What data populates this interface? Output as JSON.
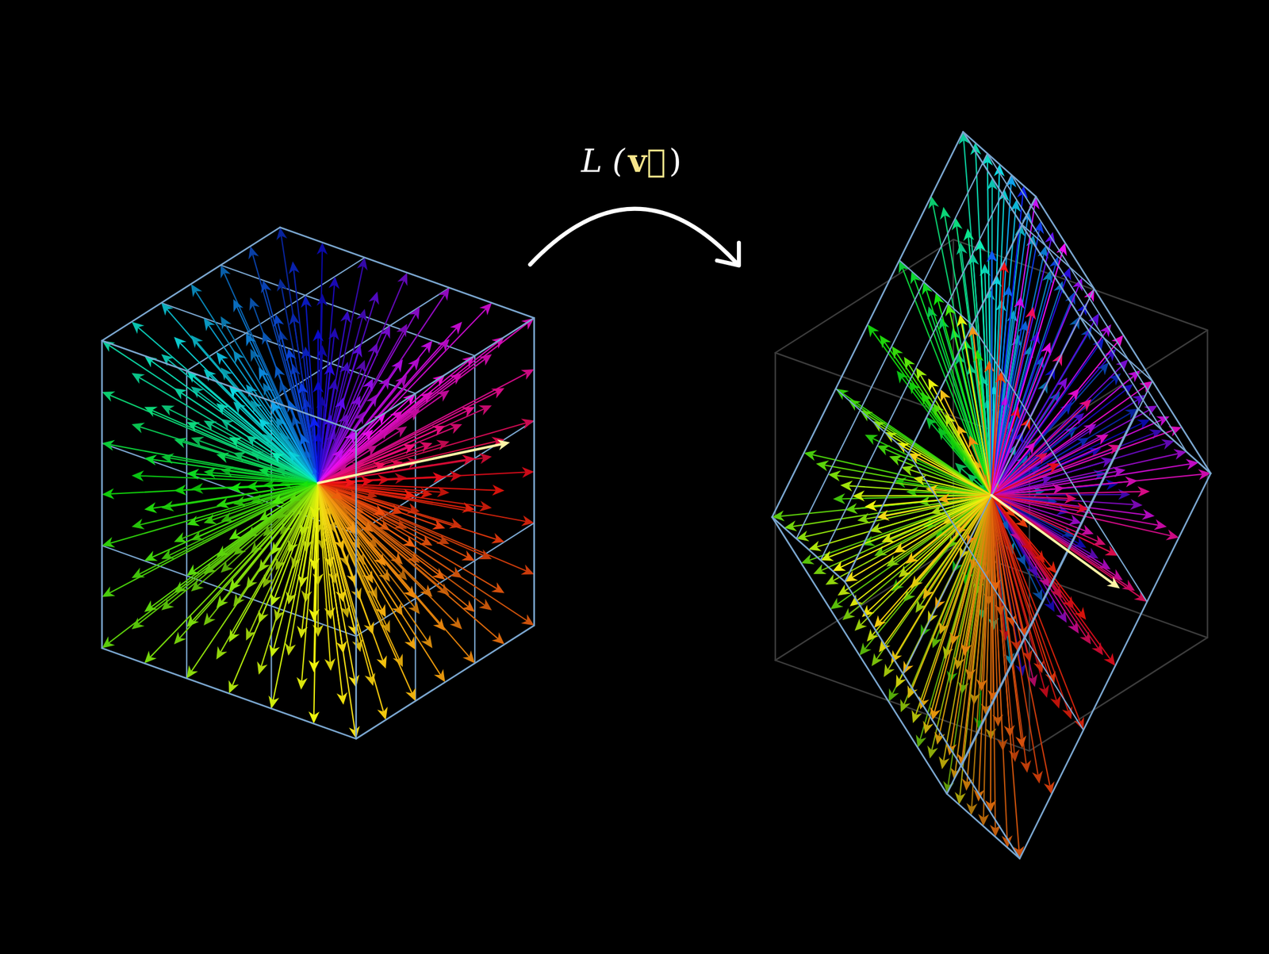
{
  "diagram": {
    "labels": [
      "L (",
      "v⃗",
      ")"
    ]
  }
}
